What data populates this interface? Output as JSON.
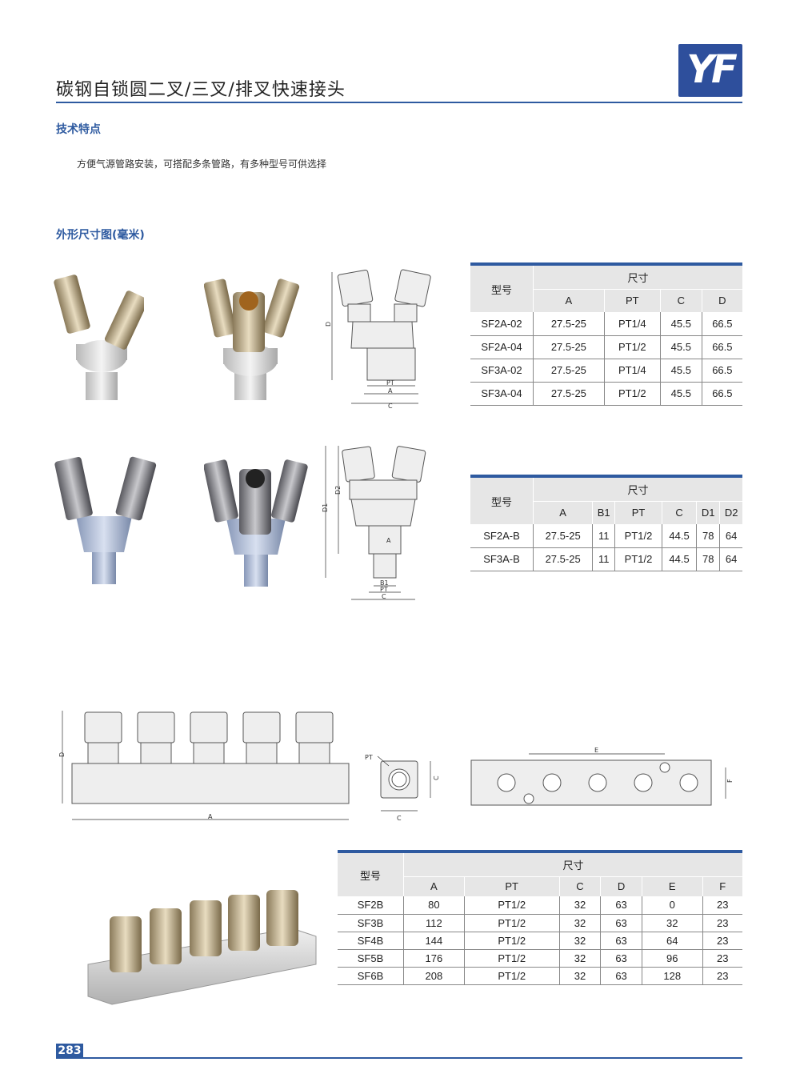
{
  "header": {
    "title": "碳钢自锁圆二叉/三叉/排叉快速接头",
    "logo_text": "YF"
  },
  "features": {
    "heading": "技术特点",
    "text": "方便气源管路安装，可搭配多条管路，有多种型号可供选择"
  },
  "dimensions": {
    "heading": "外形尺寸图(毫米)"
  },
  "table1": {
    "model_header": "型号",
    "dim_header": "尺寸",
    "columns": [
      "A",
      "PT",
      "C",
      "D"
    ],
    "rows": [
      [
        "SF2A-02",
        "27.5-25",
        "PT1/4",
        "45.5",
        "66.5"
      ],
      [
        "SF2A-04",
        "27.5-25",
        "PT1/2",
        "45.5",
        "66.5"
      ],
      [
        "SF3A-02",
        "27.5-25",
        "PT1/4",
        "45.5",
        "66.5"
      ],
      [
        "SF3A-04",
        "27.5-25",
        "PT1/2",
        "45.5",
        "66.5"
      ]
    ]
  },
  "table2": {
    "model_header": "型号",
    "dim_header": "尺寸",
    "columns": [
      "A",
      "B1",
      "PT",
      "C",
      "D1",
      "D2"
    ],
    "rows": [
      [
        "SF2A-B",
        "27.5-25",
        "11",
        "PT1/2",
        "44.5",
        "78",
        "64"
      ],
      [
        "SF3A-B",
        "27.5-25",
        "11",
        "PT1/2",
        "44.5",
        "78",
        "64"
      ]
    ]
  },
  "table3": {
    "model_header": "型号",
    "dim_header": "尺寸",
    "columns": [
      "A",
      "PT",
      "C",
      "D",
      "E",
      "F"
    ],
    "rows": [
      [
        "SF2B",
        "80",
        "PT1/2",
        "32",
        "63",
        "0",
        "23"
      ],
      [
        "SF3B",
        "112",
        "PT1/2",
        "32",
        "63",
        "32",
        "23"
      ],
      [
        "SF4B",
        "144",
        "PT1/2",
        "32",
        "63",
        "64",
        "23"
      ],
      [
        "SF5B",
        "176",
        "PT1/2",
        "32",
        "63",
        "96",
        "23"
      ],
      [
        "SF6B",
        "208",
        "PT1/2",
        "32",
        "63",
        "128",
        "23"
      ]
    ]
  },
  "drawing_labels": {
    "d": "D",
    "pt": "PT",
    "a": "A",
    "c": "C",
    "b1": "B1",
    "d1": "D1",
    "d2": "D2",
    "e": "E",
    "f": "F"
  },
  "footer": {
    "page_number": "283"
  }
}
